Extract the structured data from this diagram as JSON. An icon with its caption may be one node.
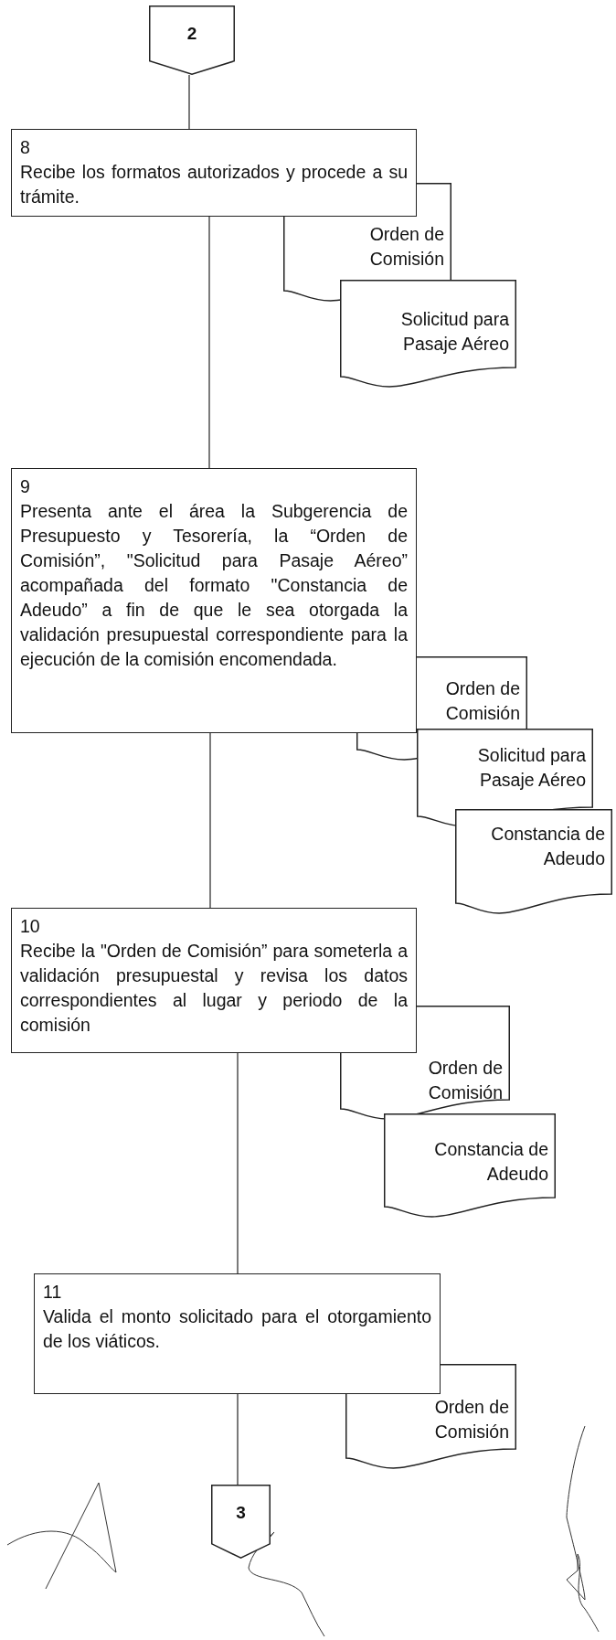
{
  "diagram": {
    "nodes": [
      {
        "text": [
          "2"
        ]
      },
      {
        "text": [
          "8",
          "Recibe los formatos autorizados y procede a su trámite."
        ]
      },
      {
        "text": [
          "Orden de Comisión"
        ]
      },
      {
        "text": [
          "Solicitud para Pasaje Aéreo"
        ]
      },
      {
        "text": [
          "9",
          "Presenta ante el área la Subgerencia de Presupuesto y Tesorería, la “Orden de Comisión”, \"Solicitud para Pasaje Aéreo” acompañada del formato \"Constancia de Adeudo” a fin de que le sea otorgada la validación presupuestal correspondiente para la ejecución de la comisión encomendada."
        ]
      },
      {
        "text": [
          "Orden de Comisión"
        ]
      },
      {
        "text": [
          "Solicitud para Pasaje Aéreo"
        ]
      },
      {
        "text": [
          "Constancia de Adeudo"
        ]
      },
      {
        "text": [
          "10",
          "Recibe la \"Orden de Comisión” para someterla a validación presupuestal y revisa los datos correspondientes al lugar y periodo de la comisión"
        ]
      },
      {
        "text": [
          "Orden de Comisión"
        ]
      },
      {
        "text": [
          "Constancia de Adeudo"
        ]
      },
      {
        "text": [
          "11",
          "Valida el monto solicitado para el otorgamiento de los viáticos."
        ]
      },
      {
        "text": [
          "Orden de Comisión"
        ]
      },
      {
        "text": [
          "3"
        ]
      }
    ],
    "edges": [
      {
        "from": 0,
        "to": 1,
        "arrow": "none"
      },
      {
        "from": 1,
        "to": 4,
        "arrow": "none"
      },
      {
        "from": 4,
        "to": 8,
        "arrow": "none"
      },
      {
        "from": 8,
        "to": 11,
        "arrow": "none"
      },
      {
        "from": 11,
        "to": 13,
        "arrow": "none"
      }
    ]
  }
}
